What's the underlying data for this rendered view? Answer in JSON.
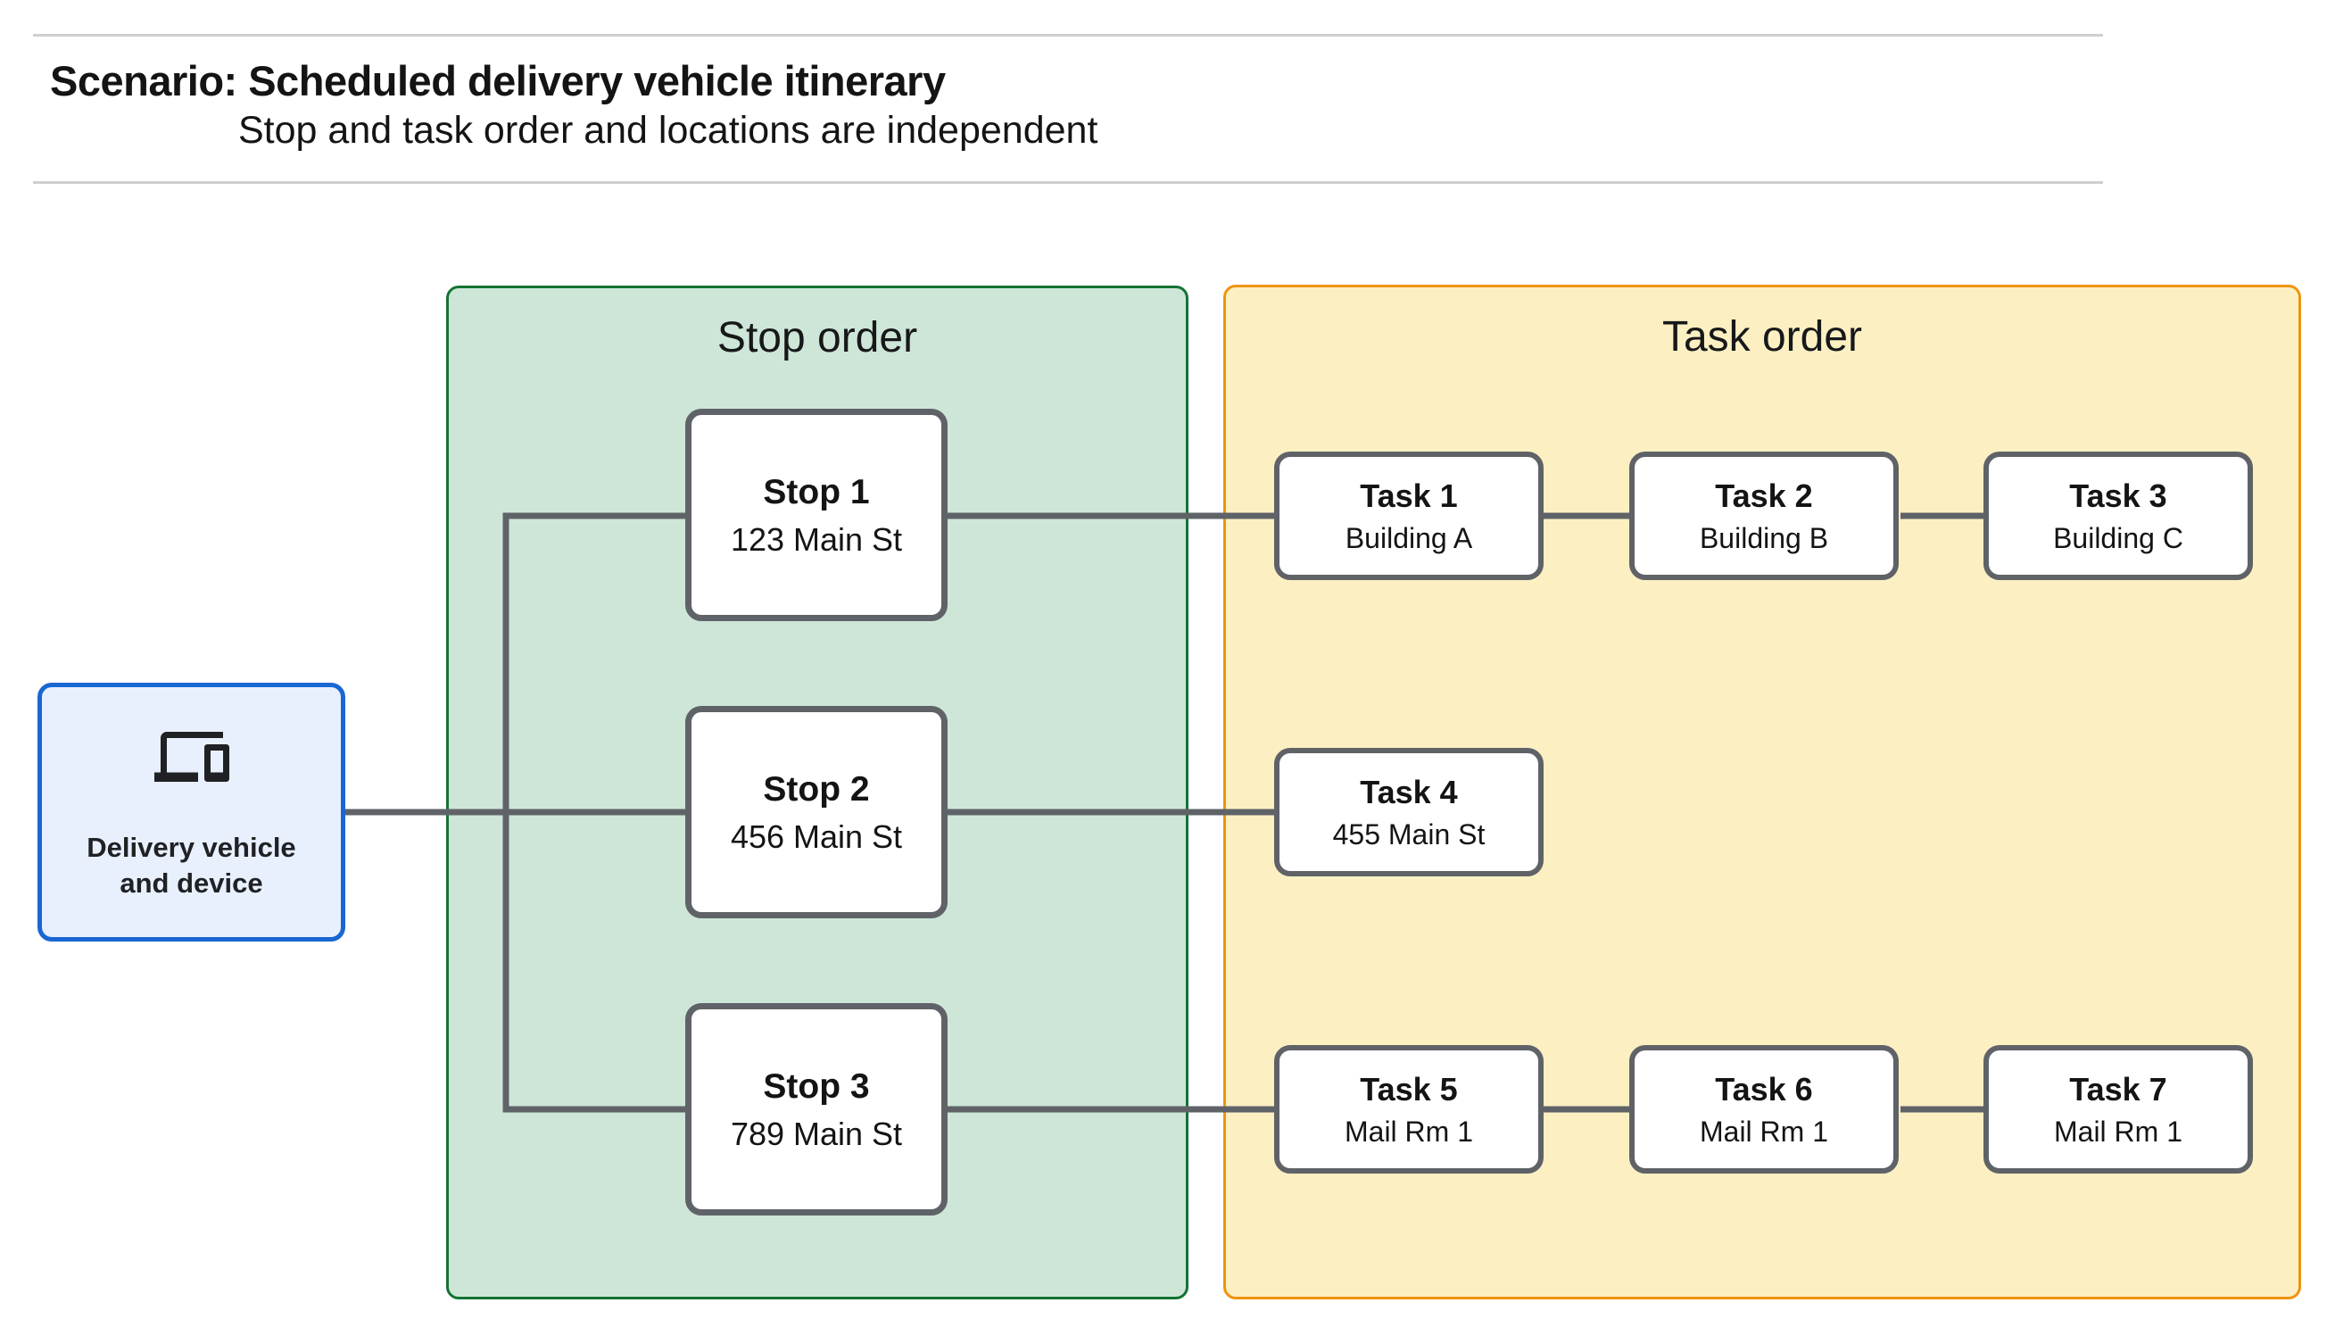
{
  "header": {
    "title": "Scenario: Scheduled delivery vehicle itinerary",
    "subtitle": "Stop and task order and locations are independent"
  },
  "device_node": {
    "icon": "devices-icon",
    "label_line1": "Delivery vehicle",
    "label_line2": "and device"
  },
  "stop_panel": {
    "title": "Stop order",
    "fill_color": "#CEE6D7",
    "border_color": "#137333",
    "stops": [
      {
        "name": "Stop 1",
        "location": "123 Main St"
      },
      {
        "name": "Stop 2",
        "location": "456 Main St"
      },
      {
        "name": "Stop 3",
        "location": "789 Main St"
      }
    ]
  },
  "task_panel": {
    "title": "Task order",
    "fill_color": "#FCF0C3",
    "border_color": "#F0930F",
    "rows": [
      [
        {
          "name": "Task 1",
          "location": "Building A"
        },
        {
          "name": "Task 2",
          "location": "Building B"
        },
        {
          "name": "Task 3",
          "location": "Building C"
        }
      ],
      [
        {
          "name": "Task 4",
          "location": "455 Main St"
        }
      ],
      [
        {
          "name": "Task 5",
          "location": "Mail Rm 1"
        },
        {
          "name": "Task 6",
          "location": "Mail Rm 1"
        },
        {
          "name": "Task 7",
          "location": "Mail Rm 1"
        }
      ]
    ]
  },
  "colors": {
    "device_fill": "#E8F0FE",
    "device_border": "#1967D2",
    "node_border": "#5F6368",
    "connector": "#5F6368",
    "divider": "#CFCFCF"
  }
}
